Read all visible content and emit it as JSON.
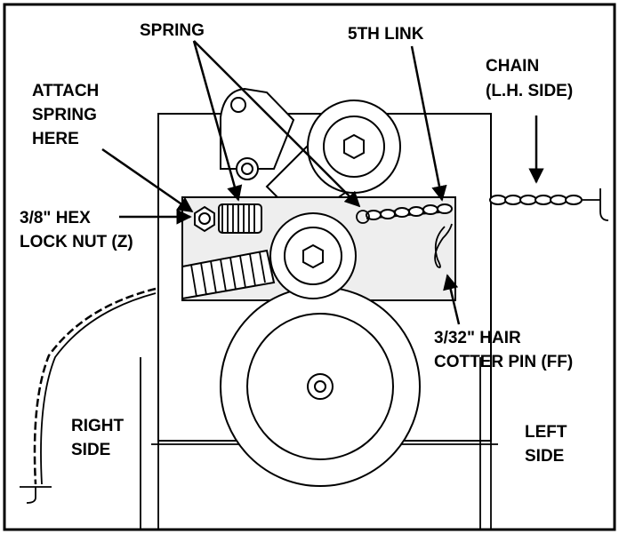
{
  "labels": {
    "spring": "SPRING",
    "fifth_link": "5TH LINK",
    "chain_line1": "CHAIN",
    "chain_line2": "(L.H. SIDE)",
    "attach_line1": "ATTACH",
    "attach_line2": "SPRING",
    "attach_line3": "HERE",
    "hex_line1": "3/8\" HEX",
    "hex_line2": "LOCK NUT (Z)",
    "cotter_line1": "3/32\" HAIR",
    "cotter_line2": "COTTER PIN (FF)",
    "right_line1": "RIGHT",
    "right_line2": "SIDE",
    "left_line1": "LEFT",
    "left_line2": "SIDE"
  }
}
